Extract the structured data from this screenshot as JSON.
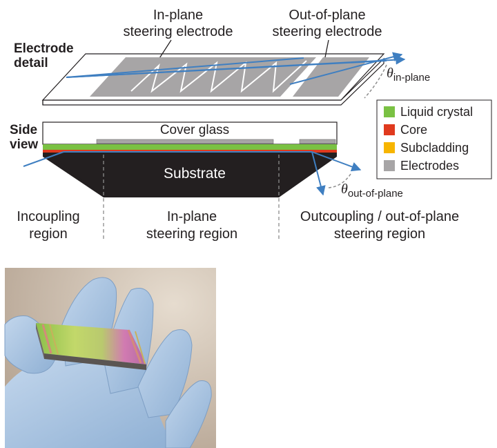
{
  "electrode_detail": {
    "section_label": [
      "Electrode",
      "detail"
    ],
    "in_plane_electrode_label": [
      "In-plane",
      "steering electrode"
    ],
    "out_of_plane_electrode_label": [
      "Out-of-plane",
      "steering electrode"
    ],
    "angle_label": {
      "symbol": "θ",
      "subscript": "in-plane"
    }
  },
  "side_view": {
    "section_label": [
      "Side",
      "view"
    ],
    "cover_label": "Cover glass",
    "substrate_label": "Substrate",
    "angle_label": {
      "symbol": "θ",
      "subscript": "out-of-plane"
    }
  },
  "legend": [
    {
      "label": "Liquid crystal",
      "color": "#7ac143"
    },
    {
      "label": "Core",
      "color": "#e03a1e"
    },
    {
      "label": "Subcladding",
      "color": "#f7b500"
    },
    {
      "label": "Electrodes",
      "color": "#a7a5a6"
    }
  ],
  "regions": [
    {
      "lines": [
        "Incoupling",
        "region"
      ]
    },
    {
      "lines": [
        "In-plane",
        "steering region"
      ]
    },
    {
      "lines": [
        "Outcoupling / out-of-plane",
        "steering region"
      ]
    }
  ],
  "colors": {
    "beam": "#3f7fc1",
    "electrode": "#a7a5a6",
    "substrate": "#231f20",
    "glove": "#a9c4e0",
    "background_photo": "#d7c7b8"
  },
  "photo": {
    "subject": "gloved hand holding steerable waveguide chip"
  }
}
